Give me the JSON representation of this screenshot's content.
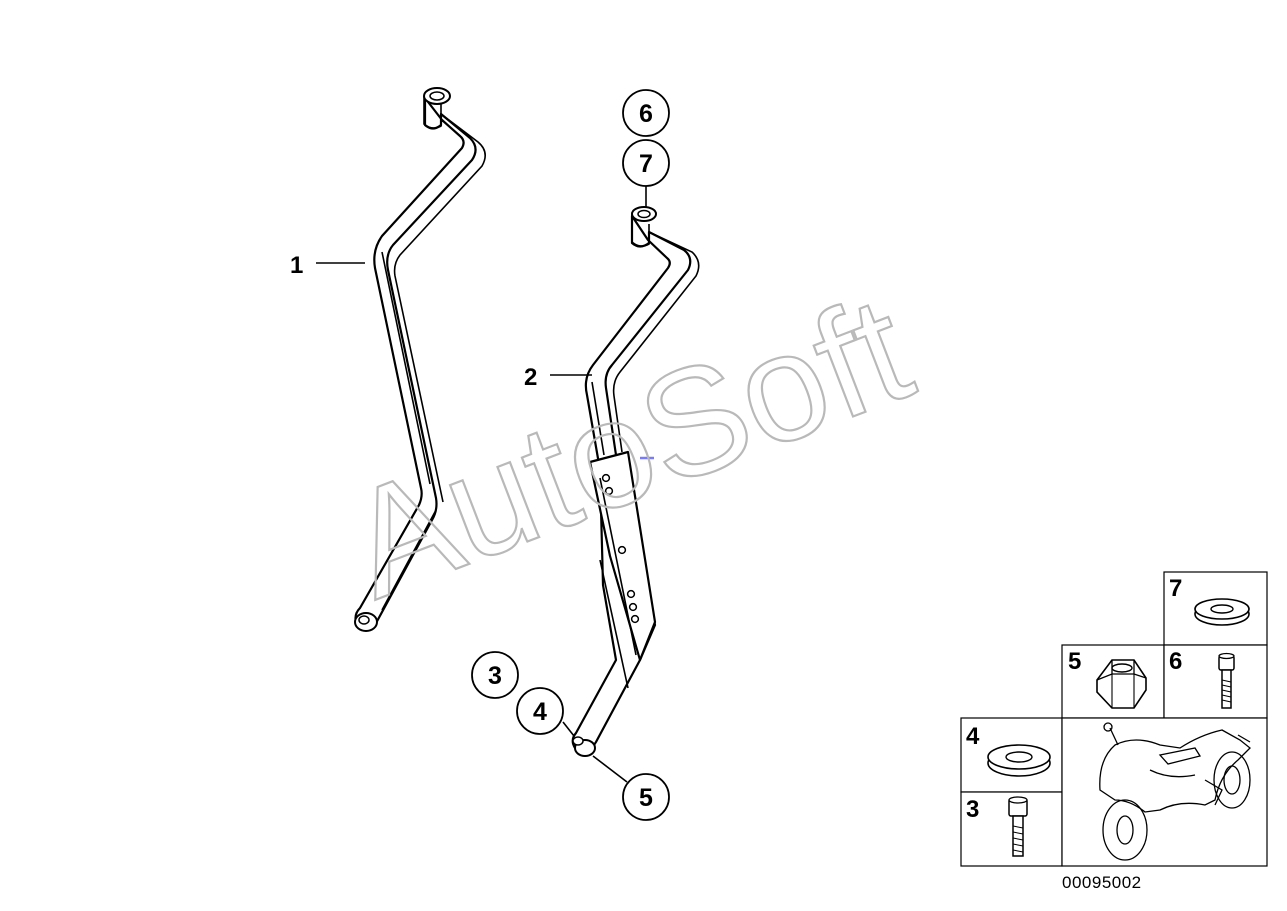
{
  "diagram": {
    "watermark": "AutoSoft",
    "document_number": "00095002",
    "part_labels": {
      "p1": "1",
      "p2": "2"
    },
    "callouts": {
      "c3": "3",
      "c4": "4",
      "c5": "5",
      "c6": "6",
      "c7": "7"
    },
    "legend": {
      "cell_7": "7",
      "cell_5": "5",
      "cell_6": "6",
      "cell_4": "4",
      "cell_3": "3"
    },
    "icons": {
      "washer": "washer-icon",
      "nut": "hex-nut-icon",
      "bolt": "bolt-icon",
      "motorcycle": "motorcycle-icon"
    }
  }
}
